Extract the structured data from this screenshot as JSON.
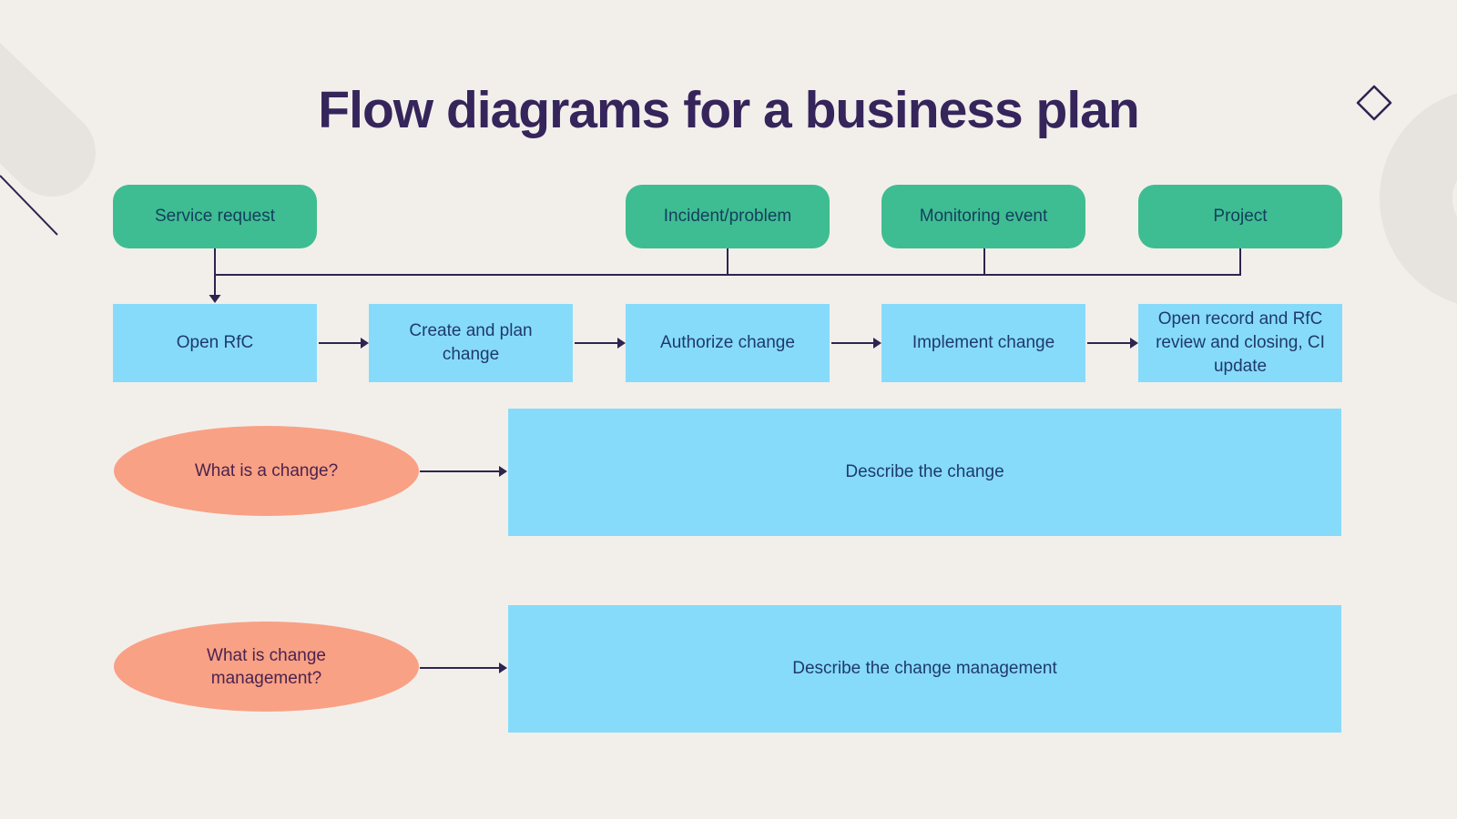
{
  "title": "Flow diagrams for a business plan",
  "triggers": [
    {
      "label": "Service request"
    },
    {
      "label": "Incident/problem"
    },
    {
      "label": "Monitoring event"
    },
    {
      "label": "Project"
    }
  ],
  "process_steps": [
    {
      "label": "Open RfC"
    },
    {
      "label": "Create and plan change"
    },
    {
      "label": "Authorize change"
    },
    {
      "label": "Implement change"
    },
    {
      "label": "Open record and RfC review and closing, CI update"
    }
  ],
  "qa_rows": [
    {
      "question": "What is a change?",
      "answer": "Describe the change"
    },
    {
      "question": "What is  change management?",
      "answer": "Describe the change management"
    }
  ],
  "colors": {
    "background": "#f2efeb",
    "trigger_fill": "#3fbd92",
    "process_fill": "#87dbfa",
    "question_fill": "#f9a185",
    "connector": "#2e2450",
    "decor_gray": "#e7e3df",
    "title_text": "#35255a",
    "trigger_text": "#123f5e",
    "process_text": "#1e3a6d",
    "question_text": "#4b234e"
  }
}
